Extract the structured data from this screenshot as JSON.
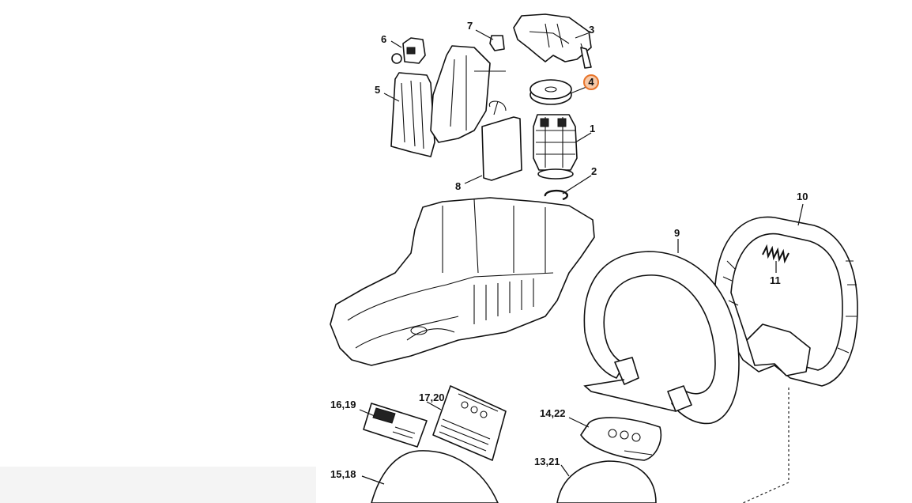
{
  "diagram": {
    "highlight_color": "#e8742a",
    "highlight_fill": "#f6c9a8",
    "highlighted_part": "4",
    "callouts": [
      {
        "id": "c1",
        "label": "1"
      },
      {
        "id": "c2",
        "label": "2"
      },
      {
        "id": "c3",
        "label": "3"
      },
      {
        "id": "c4",
        "label": "4"
      },
      {
        "id": "c5",
        "label": "5"
      },
      {
        "id": "c6",
        "label": "6"
      },
      {
        "id": "c7",
        "label": "7"
      },
      {
        "id": "c8",
        "label": "8"
      },
      {
        "id": "c9",
        "label": "9"
      },
      {
        "id": "c10",
        "label": "10"
      },
      {
        "id": "c11",
        "label": "11"
      },
      {
        "id": "c1319",
        "label": "16,19"
      },
      {
        "id": "c1720",
        "label": "17,20"
      },
      {
        "id": "c1422",
        "label": "14,22"
      },
      {
        "id": "c1518",
        "label": "15,18"
      },
      {
        "id": "c1321",
        "label": "13,21"
      }
    ]
  }
}
